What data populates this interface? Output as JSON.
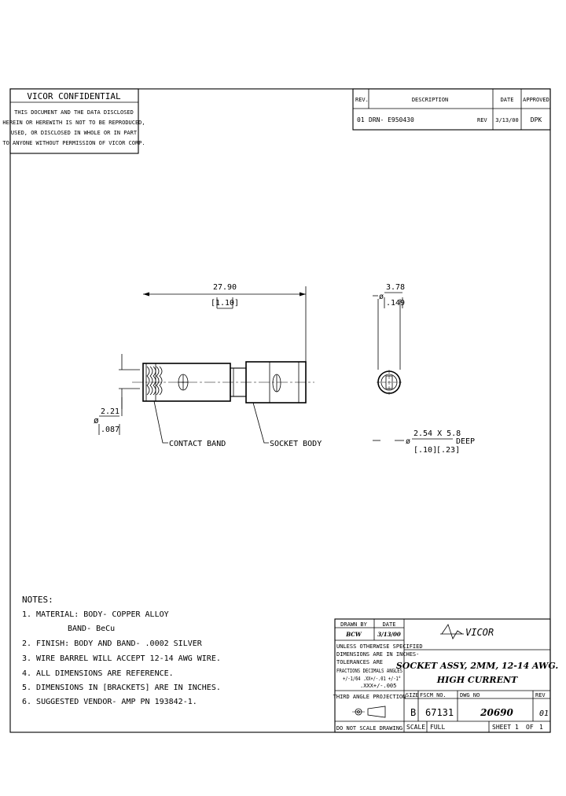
{
  "confidential": {
    "title": "VICOR   CONFIDENTIAL",
    "lines": [
      "THIS DOCUMENT AND THE DATA DISCLOSED",
      "HEREIN OR HEREWITH IS NOT TO BE REPRODUCED,",
      "USED, OR DISCLOSED IN WHOLE OR IN PART",
      "TO ANYONE WITHOUT PERMISSION OF VICOR CORP."
    ]
  },
  "revisions": {
    "headers": {
      "rev": "REV.",
      "description": "DESCRIPTION",
      "date": "DATE",
      "approved": "APPROVED"
    },
    "rows": [
      {
        "rev": "01",
        "description": "DRN- E950430",
        "rev_mark": "REV",
        "date": "3/13/00",
        "approved": "DPK"
      }
    ]
  },
  "dimensions": {
    "length_mm": "27.90",
    "length_in": "[1.10]",
    "diameter_mm": "2.21",
    "diameter_in": ".087",
    "side_dia_mm": "3.78",
    "side_dia_in": ".149",
    "hole_mm": "2.54 X 5.8",
    "hole_in_a": "[.10]",
    "hole_in_b": "[.23]",
    "hole_suffix": "DEEP",
    "diameter_symbol": "ø"
  },
  "callouts": {
    "contact_band": "CONTACT BAND",
    "socket_body": "SOCKET BODY"
  },
  "notes": {
    "title": "NOTES:",
    "items": [
      "1. MATERIAL: BODY- COPPER ALLOY",
      "BAND- BeCu",
      "2. FINISH: BODY AND BAND- .0002 SILVER",
      "3. WIRE BARREL WILL ACCEPT 12-14 AWG WIRE.",
      "4. ALL DIMENSIONS ARE REFERENCE.",
      "5. DIMENSIONS IN [BRACKETS] ARE IN INCHES.",
      "6. SUGGESTED VENDOR- AMP PN 193842-1."
    ]
  },
  "title_block": {
    "drawn_by_label": "DRAWN BY",
    "date_label": "DATE",
    "drawn_by": "BCW",
    "drawn_date": "3/13/00",
    "tolerance_lines": [
      "UNLESS OTHERWISE SPECIFIED",
      "DIMENSIONS ARE IN INCHES-",
      "TOLERANCES ARE"
    ],
    "tolerance_header": "FRACTIONS  DECIMALS  ANGLES",
    "tolerance_values_1": "+/-1/64   .XX+/-.01   +/-1°",
    "tolerance_values_2": ".XXX+/-.005",
    "company": "VICOR",
    "title_line1": "SOCKET ASSY, 2MM, 12-14 AWG.",
    "title_line2": "HIGH CURRENT",
    "projection_label": "THIRD ANGLE PROJECTION",
    "size_label": "SIZE",
    "size": "B",
    "fscm_label": "FSCM NO.",
    "fscm": "67131",
    "dwg_label": "DWG NO",
    "dwg": "20690",
    "rev_label": "REV",
    "rev": "01",
    "no_scale": "DO NOT SCALE DRAWING",
    "scale_label": "SCALE",
    "scale": "FULL",
    "sheet_label": "SHEET",
    "sheet": "1",
    "of_label": "OF",
    "of": "1"
  },
  "colors": {
    "ink": "#000000",
    "paper": "#ffffff"
  }
}
